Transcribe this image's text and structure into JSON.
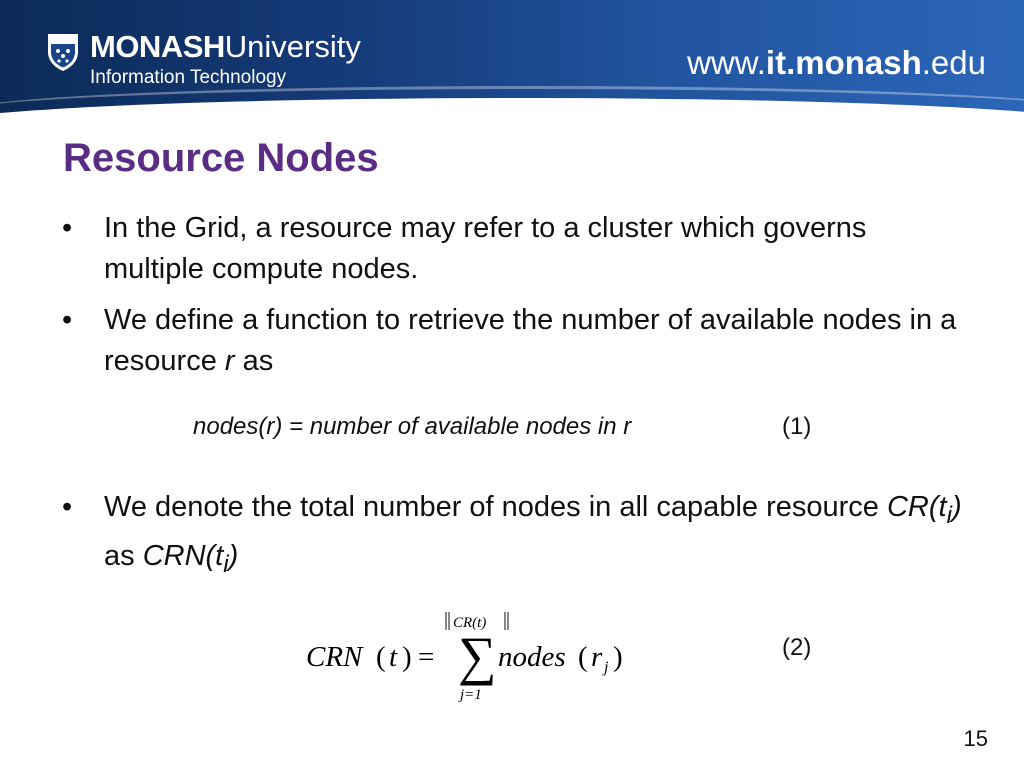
{
  "header": {
    "brand_strong": "MONASH",
    "brand_light": "University",
    "faculty": "Information Technology",
    "website_pre": "www.",
    "website_bold": "it.monash",
    "website_post": ".edu"
  },
  "title": "Resource Nodes",
  "bullets": [
    {
      "text": "In the Grid, a resource may refer to a cluster which governs multiple compute nodes."
    },
    {
      "text_before": "We define a function to retrieve the number of available nodes in a resource ",
      "italic_var": "r",
      "text_after": " as"
    },
    {
      "text_before": "We denote the total number of nodes in all capable resource ",
      "cr_italic": "CR(t",
      "sub_i": "i",
      "close": ")",
      "as_word": " as ",
      "crn_italic": "CRN(t",
      "sub_i2": "i",
      "close2": ")"
    }
  ],
  "formula1": {
    "text": "nodes(r) = number of available nodes in r",
    "number": "(1)"
  },
  "formula2": {
    "lhs": "CRN",
    "lparen": "(",
    "t": "t",
    "rparen": ")",
    "equals": "=",
    "upper_limit": "CR(t)",
    "lower_limit": "j=1",
    "sum_symbol": "∑",
    "func": "nodes",
    "arg_r": "r",
    "arg_sub": "j",
    "number": "(2)"
  },
  "bullet_symbol": "•",
  "page_number": "15",
  "colors": {
    "title": "#5b2c83",
    "header_dark": "#0b2a57",
    "header_light": "#2c66b8"
  }
}
